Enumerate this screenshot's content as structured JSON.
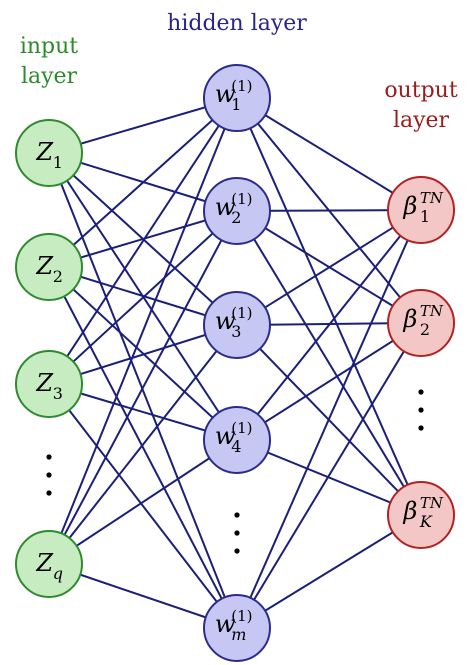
{
  "labels": {
    "input": [
      "input",
      "layer"
    ],
    "hidden": "hidden layer",
    "output": [
      "output",
      "layer"
    ]
  },
  "colors": {
    "edge": "#1a1f7a",
    "input_fill": "#c8ecc1",
    "input_stroke": "#2e8b2e",
    "input_text": "#2e8a2e",
    "hidden_fill": "#c6c7f3",
    "hidden_stroke": "#2b2b8c",
    "hidden_text": "#25258a",
    "output_fill": "#f4c7c7",
    "output_stroke": "#b22222",
    "output_text": "#9b1c1c"
  },
  "input_nodes": [
    {
      "base": "Z",
      "sub": "1"
    },
    {
      "base": "Z",
      "sub": "2"
    },
    {
      "base": "Z",
      "sub": "3"
    },
    {
      "base": "Z",
      "sub": "q"
    }
  ],
  "hidden_nodes": [
    {
      "base": "w",
      "sub": "1",
      "sup": "(1)"
    },
    {
      "base": "w",
      "sub": "2",
      "sup": "(1)"
    },
    {
      "base": "w",
      "sub": "3",
      "sup": "(1)"
    },
    {
      "base": "w",
      "sub": "4",
      "sup": "(1)"
    },
    {
      "base": "w",
      "sub": "m",
      "sup": "(1)"
    }
  ],
  "output_nodes": [
    {
      "base": "β",
      "sub": "1",
      "sup": "TN"
    },
    {
      "base": "β",
      "sub": "2",
      "sup": "TN"
    },
    {
      "base": "β",
      "sub": "K",
      "sup": "TN"
    }
  ]
}
